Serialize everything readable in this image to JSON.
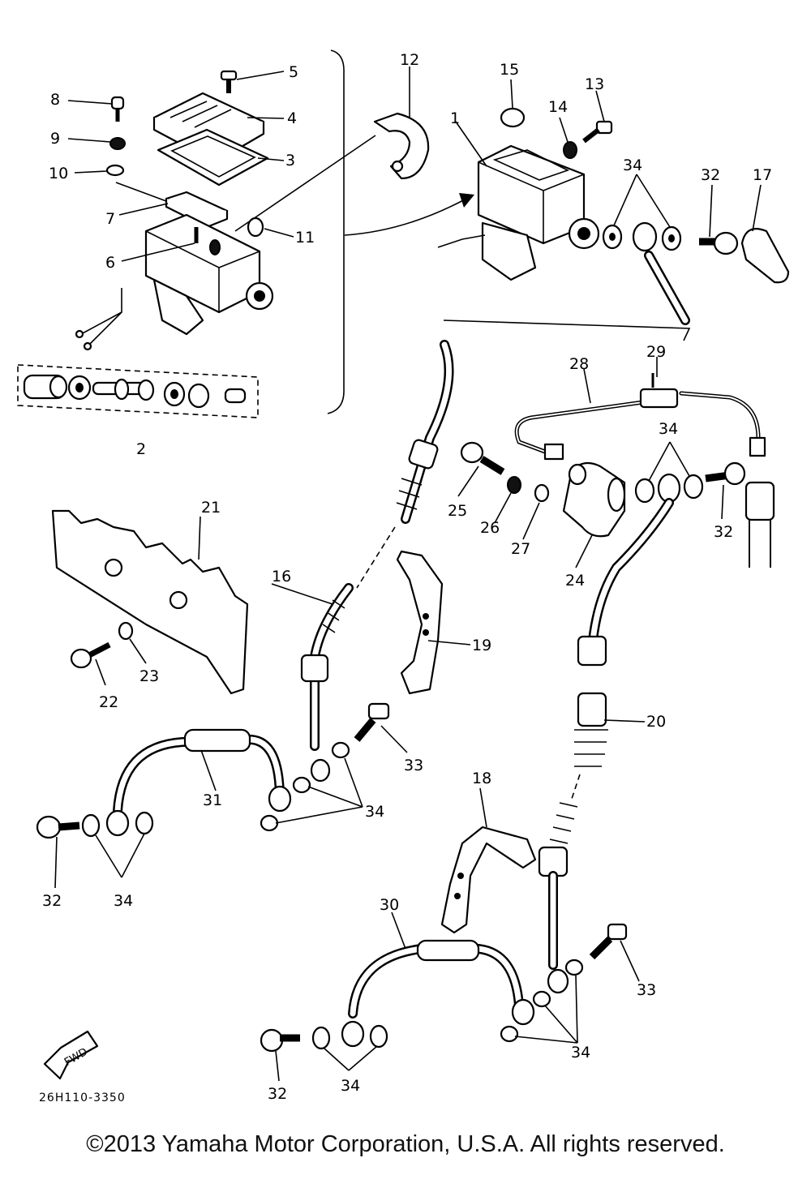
{
  "diagram_code": "26H110-3350",
  "fwd_label": "FWD",
  "copyright": "©2013 Yamaha Motor Corporation, U.S.A. All rights reserved.",
  "callouts": {
    "c1": "1",
    "c2": "2",
    "c3": "3",
    "c4": "4",
    "c5": "5",
    "c6": "6",
    "c7": "7",
    "c8": "8",
    "c9": "9",
    "c10": "10",
    "c11": "11",
    "c12": "12",
    "c13": "13",
    "c14": "14",
    "c15": "15",
    "c16": "16",
    "c17": "17",
    "c18": "18",
    "c19": "19",
    "c20": "20",
    "c21": "21",
    "c22": "22",
    "c23": "23",
    "c24": "24",
    "c25": "25",
    "c26": "26",
    "c27": "27",
    "c28": "28",
    "c29": "29",
    "c30": "30",
    "c31": "31",
    "c32": "32",
    "c33": "33",
    "c34": "34"
  }
}
